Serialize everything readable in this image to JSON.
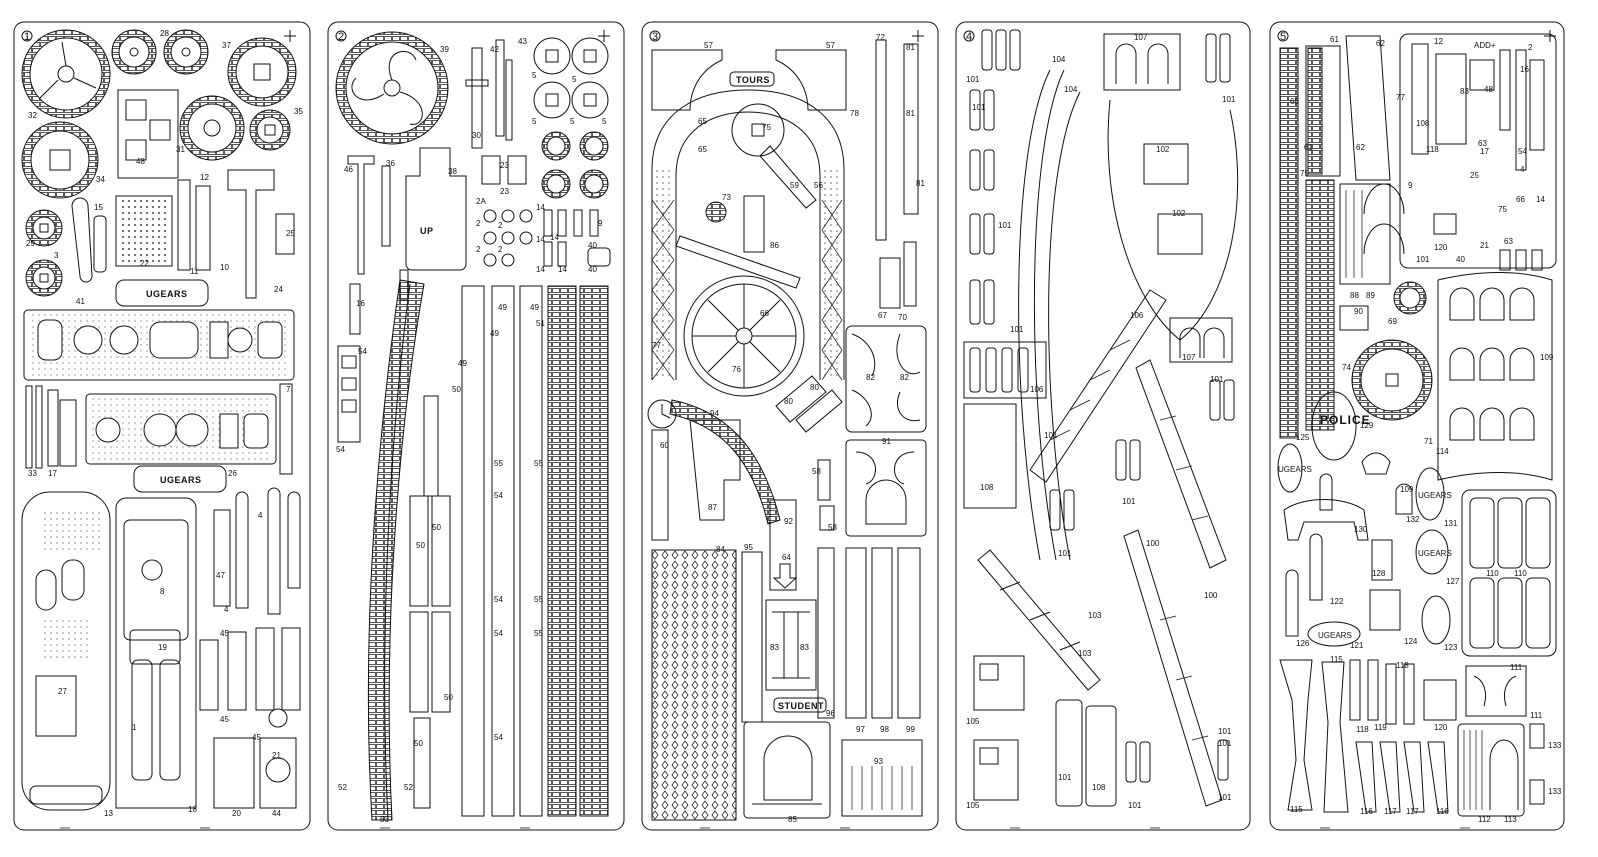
{
  "sheets": [
    {
      "number": "1",
      "labels": [
        "32",
        "28",
        "37",
        "34",
        "31",
        "35",
        "48",
        "15",
        "12",
        "29",
        "22",
        "11",
        "10",
        "25",
        "3",
        "24",
        "41",
        "7",
        "33",
        "17",
        "26",
        "4",
        "47",
        "8",
        "4",
        "45",
        "45",
        "45",
        "27",
        "19",
        "1",
        "18",
        "13",
        "20",
        "44",
        "21"
      ],
      "brand_texts": [
        "UGEARS",
        "UGEARS"
      ]
    },
    {
      "number": "2",
      "labels": [
        "39",
        "42",
        "43",
        "5",
        "5",
        "5",
        "5",
        "5",
        "30",
        "46",
        "36",
        "38",
        "23",
        "23",
        "2A",
        "2",
        "2",
        "2",
        "2",
        "14",
        "14",
        "14",
        "14",
        "14",
        "9",
        "40",
        "40",
        "16",
        "54",
        "54",
        "49",
        "49",
        "49",
        "49",
        "50",
        "51",
        "55",
        "55",
        "55",
        "55",
        "50",
        "50",
        "54",
        "54",
        "54",
        "54",
        "50",
        "50",
        "52",
        "52",
        "53"
      ],
      "brand_texts": [
        "UP"
      ]
    },
    {
      "number": "3",
      "labels": [
        "57",
        "57",
        "72",
        "81",
        "81",
        "81",
        "65",
        "65",
        "75",
        "78",
        "73",
        "59",
        "56",
        "86",
        "66",
        "77",
        "76",
        "80",
        "80",
        "82",
        "82",
        "94",
        "60",
        "91",
        "87",
        "58",
        "58",
        "84",
        "95",
        "92",
        "64",
        "83",
        "83",
        "96",
        "97",
        "98",
        "99",
        "85",
        "93",
        "67",
        "70"
      ],
      "brand_texts": [
        "TOURS",
        "STUDENT"
      ]
    },
    {
      "number": "4",
      "labels": [
        "101",
        "104",
        "104",
        "107",
        "101",
        "101",
        "102",
        "102",
        "101",
        "101",
        "101",
        "106",
        "107",
        "101",
        "106",
        "108",
        "101",
        "101",
        "100",
        "100",
        "103",
        "103",
        "105",
        "105",
        "101",
        "108",
        "101",
        "101",
        "101",
        "101"
      ],
      "brand_texts": []
    },
    {
      "number": "5",
      "labels": [
        "61",
        "62",
        "12",
        "ADD+",
        "2",
        "68",
        "77",
        "83",
        "48",
        "16",
        "61",
        "62",
        "108",
        "63",
        "118",
        "17",
        "54",
        "79",
        "9",
        "4",
        "25",
        "66",
        "14",
        "120",
        "21",
        "75",
        "63",
        "101",
        "40",
        "88",
        "89",
        "90",
        "69",
        "74",
        "109",
        "125",
        "129",
        "71",
        "109",
        "114",
        "132",
        "130",
        "131",
        "128",
        "122",
        "127",
        "126",
        "121",
        "124",
        "123",
        "110",
        "110",
        "120",
        "115",
        "118",
        "118",
        "111",
        "119",
        "120",
        "116",
        "116",
        "117",
        "117",
        "115",
        "112",
        "113",
        "133",
        "133",
        "111"
      ],
      "brand_texts": [
        "POLICE",
        "UGEARS",
        "UGEARS",
        "UGEARS",
        "UGEARS"
      ]
    }
  ]
}
